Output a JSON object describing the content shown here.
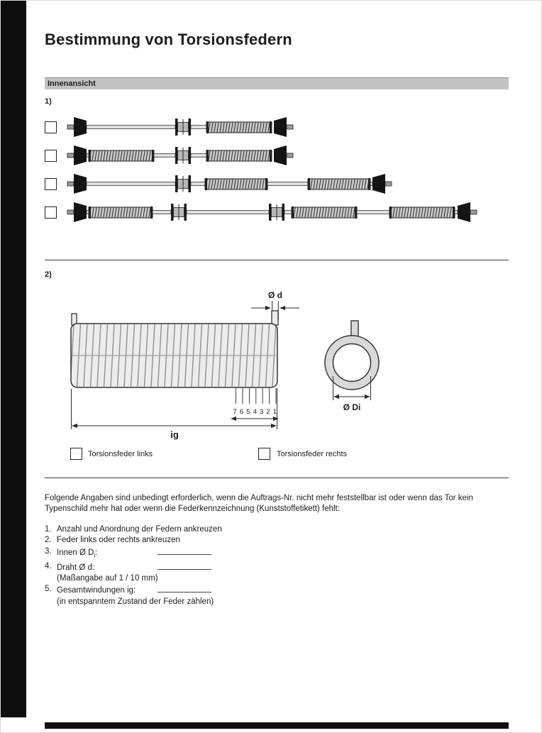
{
  "page": {
    "title": "Bestimmung von Torsionsfedern"
  },
  "sections": {
    "innenansicht": "Innenansicht",
    "label1": "1)",
    "label2": "2)"
  },
  "diagram": {
    "dim_d": "Ø d",
    "coil_numbers": "7654321",
    "dim_ig": "ig",
    "dim_di": "Ø Di",
    "left_spring_label": "Torsionsfeder links",
    "right_spring_label": "Torsionsfeder rechts"
  },
  "instructions": {
    "intro": "Folgende Angaben sind unbedingt erforderlich, wenn die Auftrags-Nr. nicht mehr feststellbar ist oder wenn das Tor kein Typenschild mehr hat oder wenn die Federkennzeichnung (Kunststoffetikett) fehlt:",
    "items": [
      {
        "num": "1.",
        "text": "Anzahl und Anordnung der Federn ankreuzen"
      },
      {
        "num": "2.",
        "text": "Feder links oder rechts ankreuzen"
      },
      {
        "num": "3.",
        "label": "Innen Ø D",
        "sub": "i",
        "colon": ":"
      },
      {
        "num": "4.",
        "label": "Draht Ø d",
        "colon": ":",
        "note": "(Maßangabe auf 1 / 10 mm)"
      },
      {
        "num": "5.",
        "label": "Gesamtwindungen ig",
        "colon": ":",
        "note": "(in entspanntem Zustand der Feder zählen)"
      }
    ]
  }
}
